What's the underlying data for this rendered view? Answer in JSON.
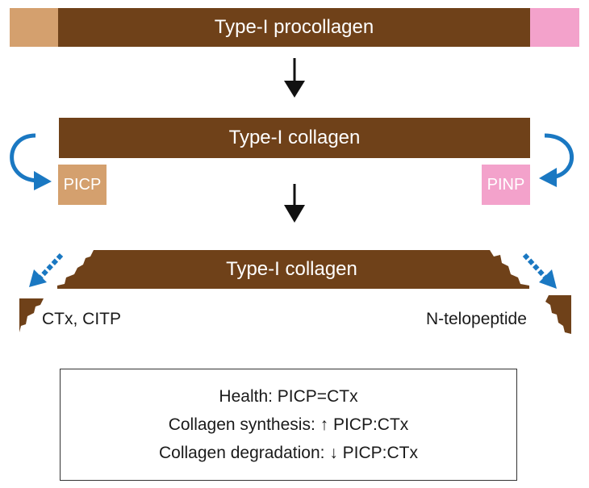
{
  "colors": {
    "collagen": "#6f4119",
    "c_terminal": "#d4a06e",
    "n_terminal": "#f3a2cb",
    "arrow": "#111111",
    "cleavage_arrow": "#1a78c2"
  },
  "procollagen": {
    "label": "Type-I procollagen"
  },
  "collagen_intact": {
    "label": "Type-I collagen"
  },
  "collagen_degraded": {
    "label": "Type-I collagen"
  },
  "fragments": {
    "picp": "PICP",
    "pinp": "PINP",
    "c_telopeptide": "CTx, CITP",
    "n_telopeptide": "N-telopeptide"
  },
  "summary": [
    "Health: PICP=CTx",
    "Collagen synthesis: ↑ PICP:CTx",
    "Collagen degradation: ↓ PICP:CTx"
  ]
}
